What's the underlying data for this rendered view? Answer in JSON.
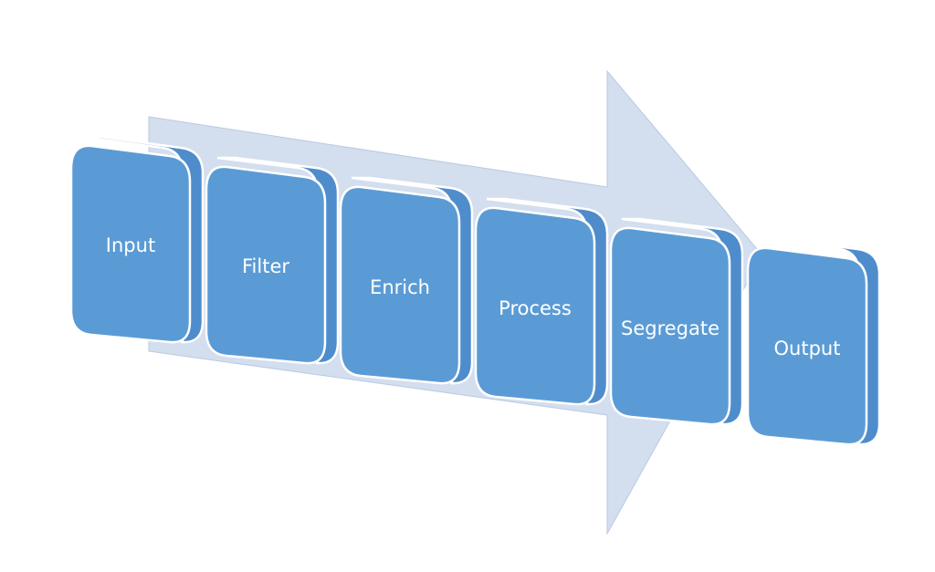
{
  "diagram": {
    "arrow_color": "#d3deee",
    "arrow_edge_color": "#b9cae3",
    "block_fill": "#5b9bd5",
    "block_side_fill": "#4f8ccc",
    "block_stroke": "#ffffff",
    "label_color": "#ffffff",
    "steps": [
      {
        "label": "Input"
      },
      {
        "label": "Filter"
      },
      {
        "label": "Enrich"
      },
      {
        "label": "Process"
      },
      {
        "label": "Segregate"
      },
      {
        "label": "Output"
      }
    ]
  }
}
